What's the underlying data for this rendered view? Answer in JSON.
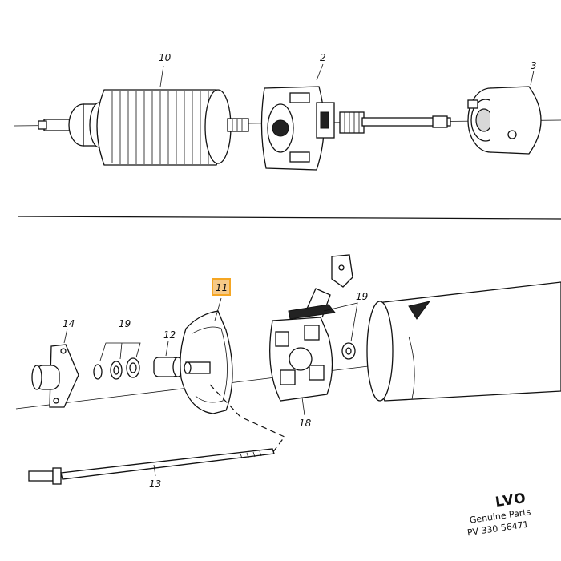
{
  "callouts": {
    "c10": "10",
    "c2": "2",
    "c3": "3",
    "c11": "11",
    "c14": "14",
    "c19a": "19",
    "c12": "12",
    "c19b": "19",
    "c18": "18",
    "c13": "13"
  },
  "highlight_color": "#f5a623",
  "branding": {
    "logo_text": "LVO",
    "line1": "Genuine Parts",
    "line2": "PV 330 56471"
  }
}
